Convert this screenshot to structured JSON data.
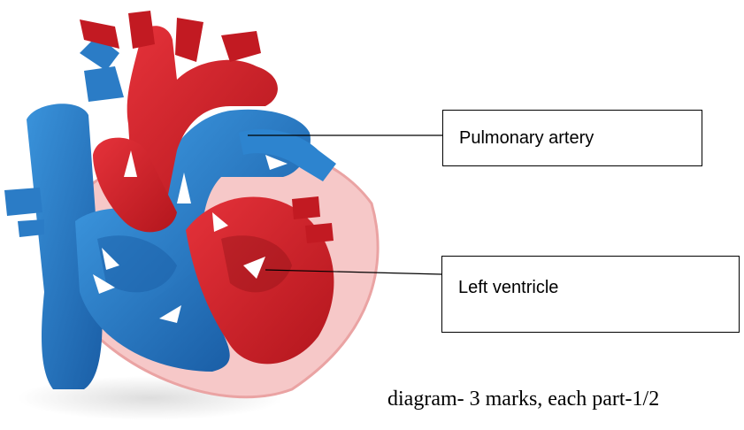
{
  "diagram": {
    "labels": {
      "pulmonary_artery": "Pulmonary artery",
      "left_ventricle": "Left ventricle"
    },
    "caption": "diagram- 3 marks,   each part-1/2"
  },
  "colors": {
    "deoxygenated": "#1e6fb8",
    "deoxygenated_light": "#3a8fd6",
    "oxygenated": "#d0202a",
    "oxygenated_dark": "#a5141c",
    "pericardium": "#f6c8c8"
  }
}
